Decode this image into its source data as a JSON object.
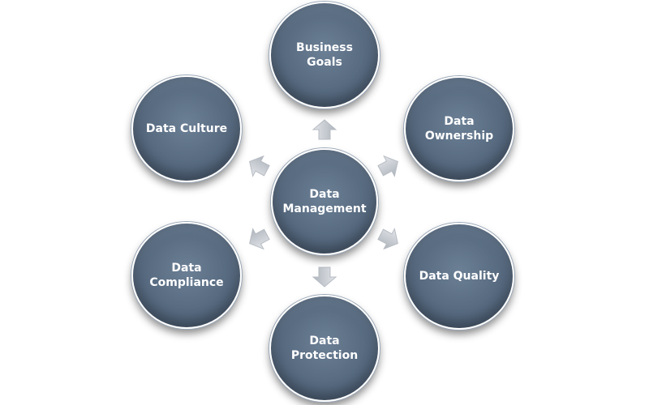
{
  "diagram": {
    "center": "Data\nManagement",
    "nodes": [
      {
        "id": "business-goals",
        "label": "Business\nGoals"
      },
      {
        "id": "data-ownership",
        "label": "Data\nOwnership"
      },
      {
        "id": "data-quality",
        "label": "Data Quality"
      },
      {
        "id": "data-protection",
        "label": "Data\nProtection"
      },
      {
        "id": "data-compliance",
        "label": "Data\nCompliance"
      },
      {
        "id": "data-culture",
        "label": "Data Culture"
      }
    ]
  },
  "colors": {
    "node_fill": "#56697f",
    "node_outline": "#ffffff",
    "arrow_fill": "#c9cdd3"
  }
}
